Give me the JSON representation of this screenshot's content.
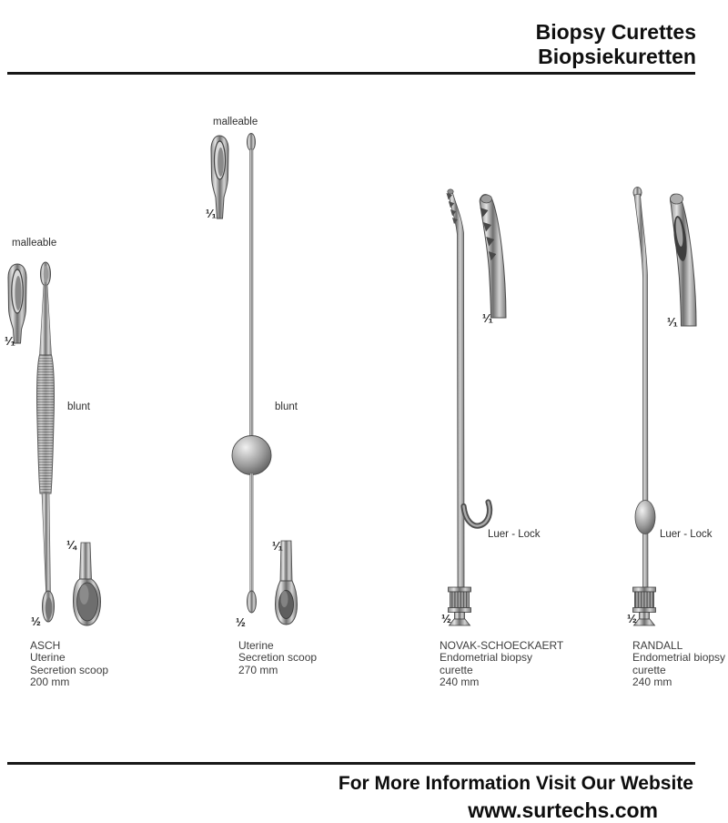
{
  "header": {
    "title_line1": "Biopsy Curettes",
    "title_line2": "Biopsiekuretten"
  },
  "instruments": [
    {
      "caption": [
        "ASCH",
        "Uterine",
        "Secretion scoop",
        "200 mm"
      ],
      "labels": {
        "malleable": "malleable",
        "blunt": "blunt"
      },
      "scales": {
        "tip_detail": "¹⁄₁",
        "spoon_detail": "¼",
        "overall": "½"
      }
    },
    {
      "caption": [
        "Uterine",
        "Secretion scoop",
        "270 mm"
      ],
      "labels": {
        "malleable": "malleable",
        "blunt": "blunt"
      },
      "scales": {
        "tip_detail": "¹⁄₁",
        "bottom_detail": "¹⁄₁",
        "overall": "½"
      }
    },
    {
      "caption": [
        "NOVAK-SCHOECKAERT",
        "Endometrial biopsy",
        "curette",
        "240 mm"
      ],
      "labels": {
        "luer_lock": "Luer - Lock"
      },
      "scales": {
        "tip_detail": "¹⁄₁",
        "overall": "½"
      }
    },
    {
      "caption": [
        "RANDALL",
        "Endometrial biopsy",
        "curette",
        "240 mm"
      ],
      "labels": {
        "luer_lock": "Luer - Lock"
      },
      "scales": {
        "tip_detail": "¹⁄₁",
        "overall": "½"
      }
    }
  ],
  "footer": {
    "info_text": "For More Information Visit Our Website",
    "website": "www.surtechs.com"
  }
}
